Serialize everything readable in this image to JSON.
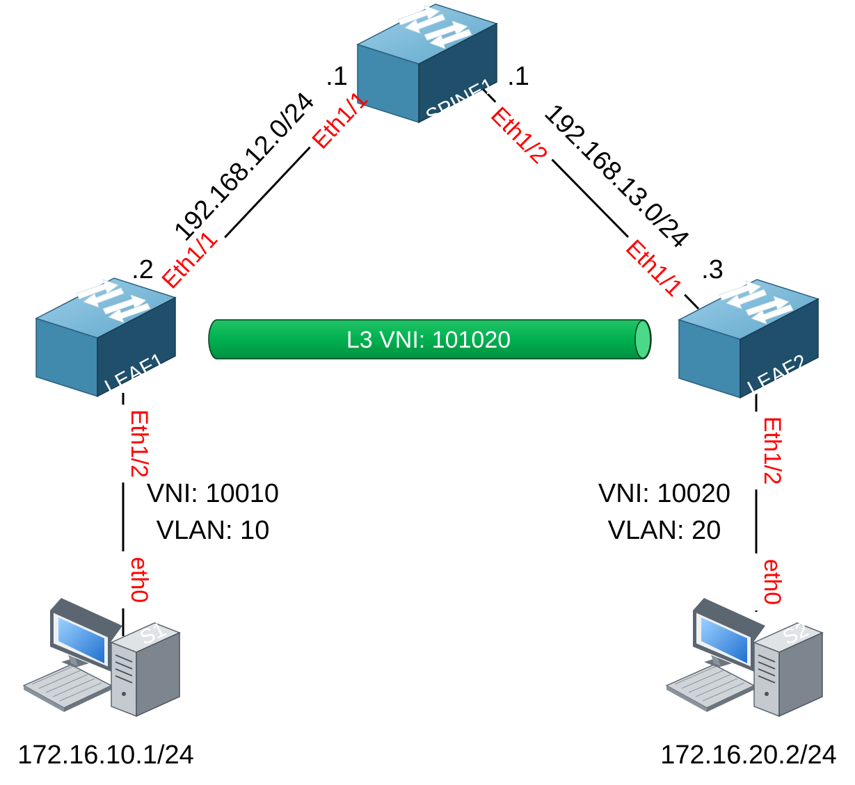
{
  "devices": {
    "spine1": "SPINE1",
    "leaf1": "LEAF1",
    "leaf2": "LEAF2",
    "s1": "S1",
    "s2": "S2"
  },
  "links": {
    "spine_leaf1": {
      "subnet": "192.168.12.0/24",
      "spine_intf": "Eth1/1",
      "leaf_intf": "Eth1/1",
      "spine_ip": ".1",
      "leaf_ip": ".2"
    },
    "spine_leaf2": {
      "subnet": "192.168.13.0/24",
      "spine_intf": "Eth1/2",
      "leaf_intf": "Eth1/1",
      "spine_ip": ".1",
      "leaf_ip": ".3"
    },
    "leaf1_s1": {
      "leaf_intf": "Eth1/2",
      "host_intf": "eth0"
    },
    "leaf2_s2": {
      "leaf_intf": "Eth1/2",
      "host_intf": "eth0"
    }
  },
  "tunnel": {
    "label": "L3 VNI: 101020",
    "color": "#00b050"
  },
  "left_segment": {
    "vni": "VNI: 10010",
    "vlan": "VLAN: 10"
  },
  "right_segment": {
    "vni": "VNI: 10020",
    "vlan": "VLAN: 20"
  },
  "hosts": {
    "s1_ip": "172.16.10.1/24",
    "s2_ip": "172.16.20.2/24"
  },
  "colors": {
    "switch_top": "#7fbddb",
    "switch_front": "#3d7fa1",
    "switch_side": "#1f4f6b",
    "interface_label": "#ff0000"
  },
  "icons": [
    "switch-icon",
    "workstation-icon"
  ]
}
